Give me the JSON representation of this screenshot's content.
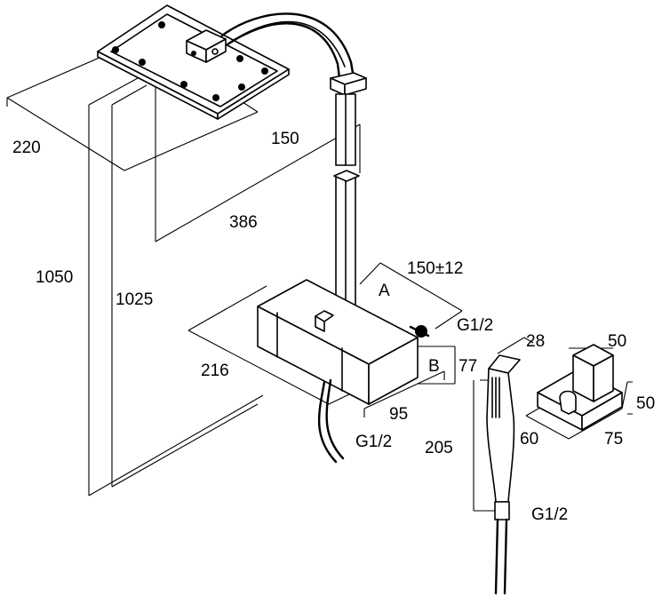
{
  "labels": {
    "width_220": "220",
    "depth_150": "150",
    "offset_386": "386",
    "height_1050": "1050",
    "height_1025": "1025",
    "centers": "150±12",
    "point_a": "A",
    "thread_top": "G1/2",
    "point_b": "B",
    "mixer_216": "216",
    "mixer_77": "77",
    "mixer_95": "95",
    "thread_bottom": "G1/2",
    "handset_28": "28",
    "handset_205": "205",
    "thread_handset": "G1/2",
    "holder_50_top": "50",
    "holder_50_side": "50",
    "holder_60": "60",
    "holder_75": "75"
  }
}
